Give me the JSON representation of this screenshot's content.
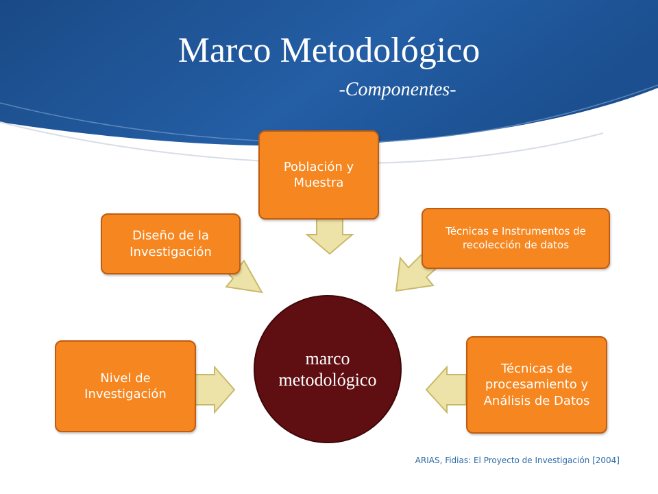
{
  "slide": {
    "title": "Marco Metodológico",
    "subtitle": "-Componentes-",
    "citation": "ARIAS, Fidias: El Proyecto de Investigación [2004]"
  },
  "diagram": {
    "center": "marco metodológico",
    "nodes": {
      "poblacion": "Población y Muestra",
      "diseno": "Diseño de la Investigación",
      "tecnicas_recoleccion": "Técnicas e Instrumentos de recolección de datos",
      "nivel": "Nivel de Investigación",
      "procesamiento": "Técnicas de procesamiento y Análisis de Datos"
    }
  },
  "colors": {
    "header_blue": "#1d4f8c",
    "node_fill": "#f6861f",
    "node_border": "#bf5c0f",
    "hub_fill": "#5f0f12",
    "arrow_fill": "#ede3a8",
    "arrow_border": "#c8b96a",
    "citation": "#2b6aa6"
  }
}
